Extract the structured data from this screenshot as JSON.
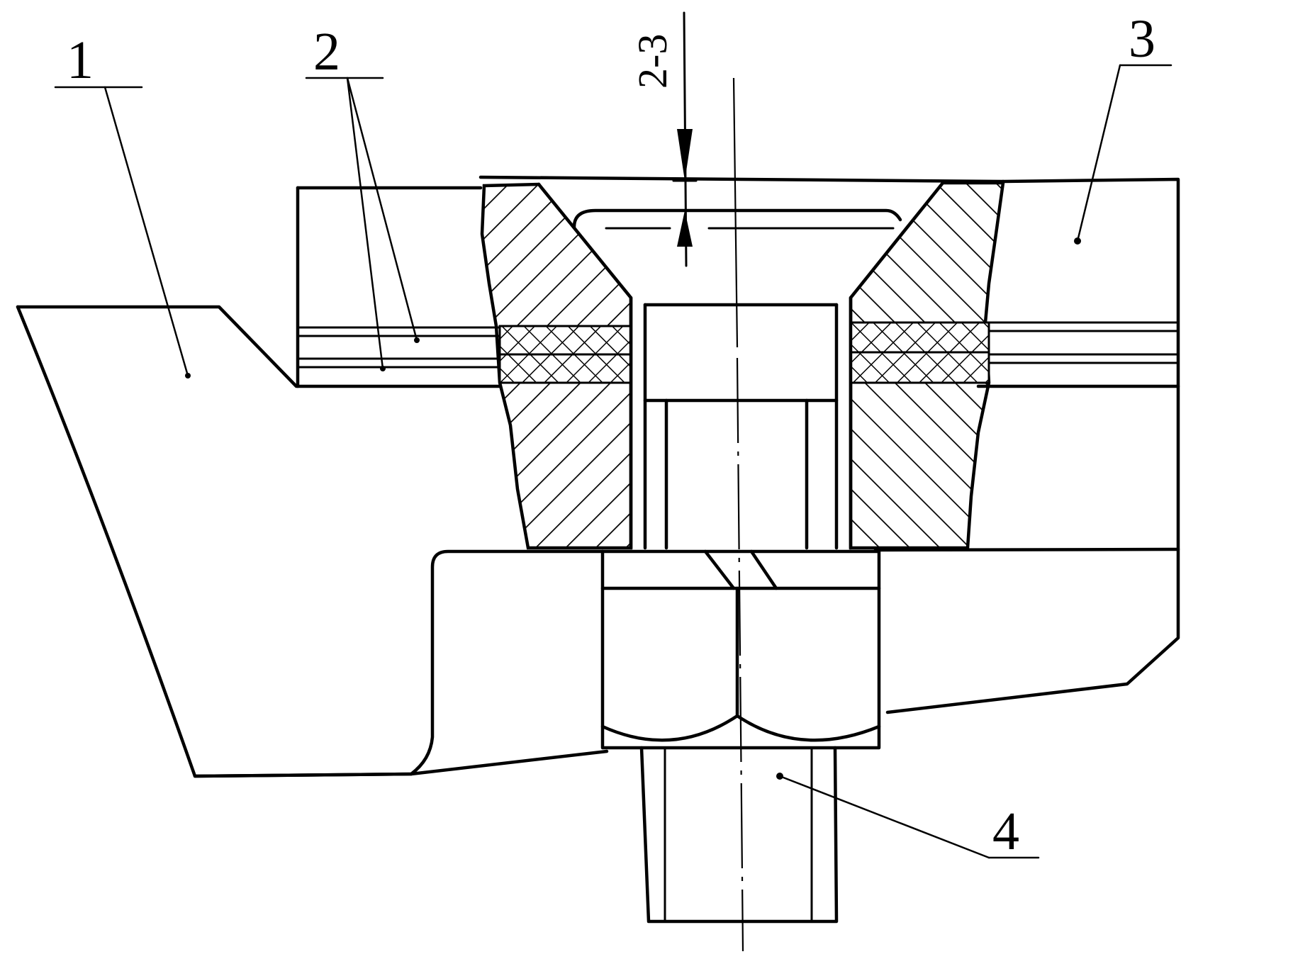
{
  "labels": {
    "part_1": "1",
    "part_2": "2",
    "part_3": "3",
    "part_4": "4",
    "gap": "2-3"
  },
  "colors": {
    "ink": "#000000",
    "paper": "#ffffff"
  }
}
